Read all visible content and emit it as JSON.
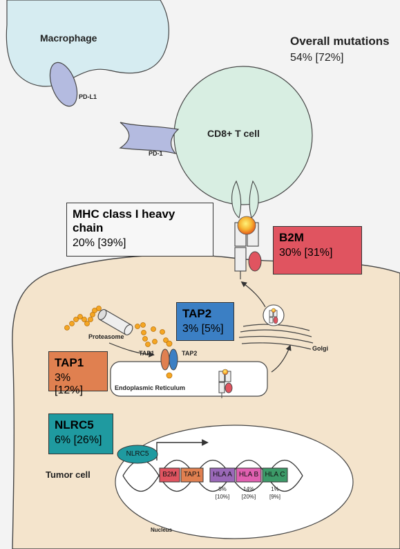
{
  "cells": {
    "macrophage": "Macrophage",
    "pd_l1": "PD-L1",
    "pd_1": "PD-1",
    "t_cell": "CD8+ T cell",
    "tumor": "Tumor cell"
  },
  "overall": {
    "title": "Overall mutations",
    "value": "54% [72%]"
  },
  "boxes": {
    "mhc": {
      "title": "MHC class I heavy chain",
      "value": "20% [39%]"
    },
    "b2m": {
      "title": "B2M",
      "value": "30% [31%]"
    },
    "tap2": {
      "title": "TAP2",
      "value": "3% [5%]"
    },
    "tap1": {
      "title": "TAP1",
      "value": "3% [12%]"
    },
    "nlrc5": {
      "title": "NLRC5",
      "value": "6% [26%]"
    }
  },
  "organelles": {
    "proteasome": "Proteasome",
    "tap1": "TAP1",
    "tap2": "TAP2",
    "er": "Endoplasmic Reticulum",
    "golgi": "Golgi",
    "nucleus": "Nucleus"
  },
  "genes": {
    "nlrc5": "NLRC5",
    "b2m": "B2M",
    "tap1": "TAP1",
    "hla_a": "HLA A",
    "hla_b": "HLA B",
    "hla_c": "HLA C",
    "hla_a_pct": "5%",
    "hla_a_br": "[10%]",
    "hla_b_pct": "14%",
    "hla_b_br": "[20%]",
    "hla_c_pct": "1%",
    "hla_c_br": "[9%]"
  },
  "colors": {
    "b2m": "#e05460",
    "tap1": "#e08050",
    "tap2": "#3b7fc4",
    "nlrc5": "#1f9aa0",
    "hla_a": "#9a68b8",
    "hla_b": "#e060b0",
    "hla_c": "#3c9a68",
    "tumor_fill": "#f4e4cc",
    "tcell_fill": "#d6ece2",
    "macrophage_fill": "#d6ecf1"
  }
}
